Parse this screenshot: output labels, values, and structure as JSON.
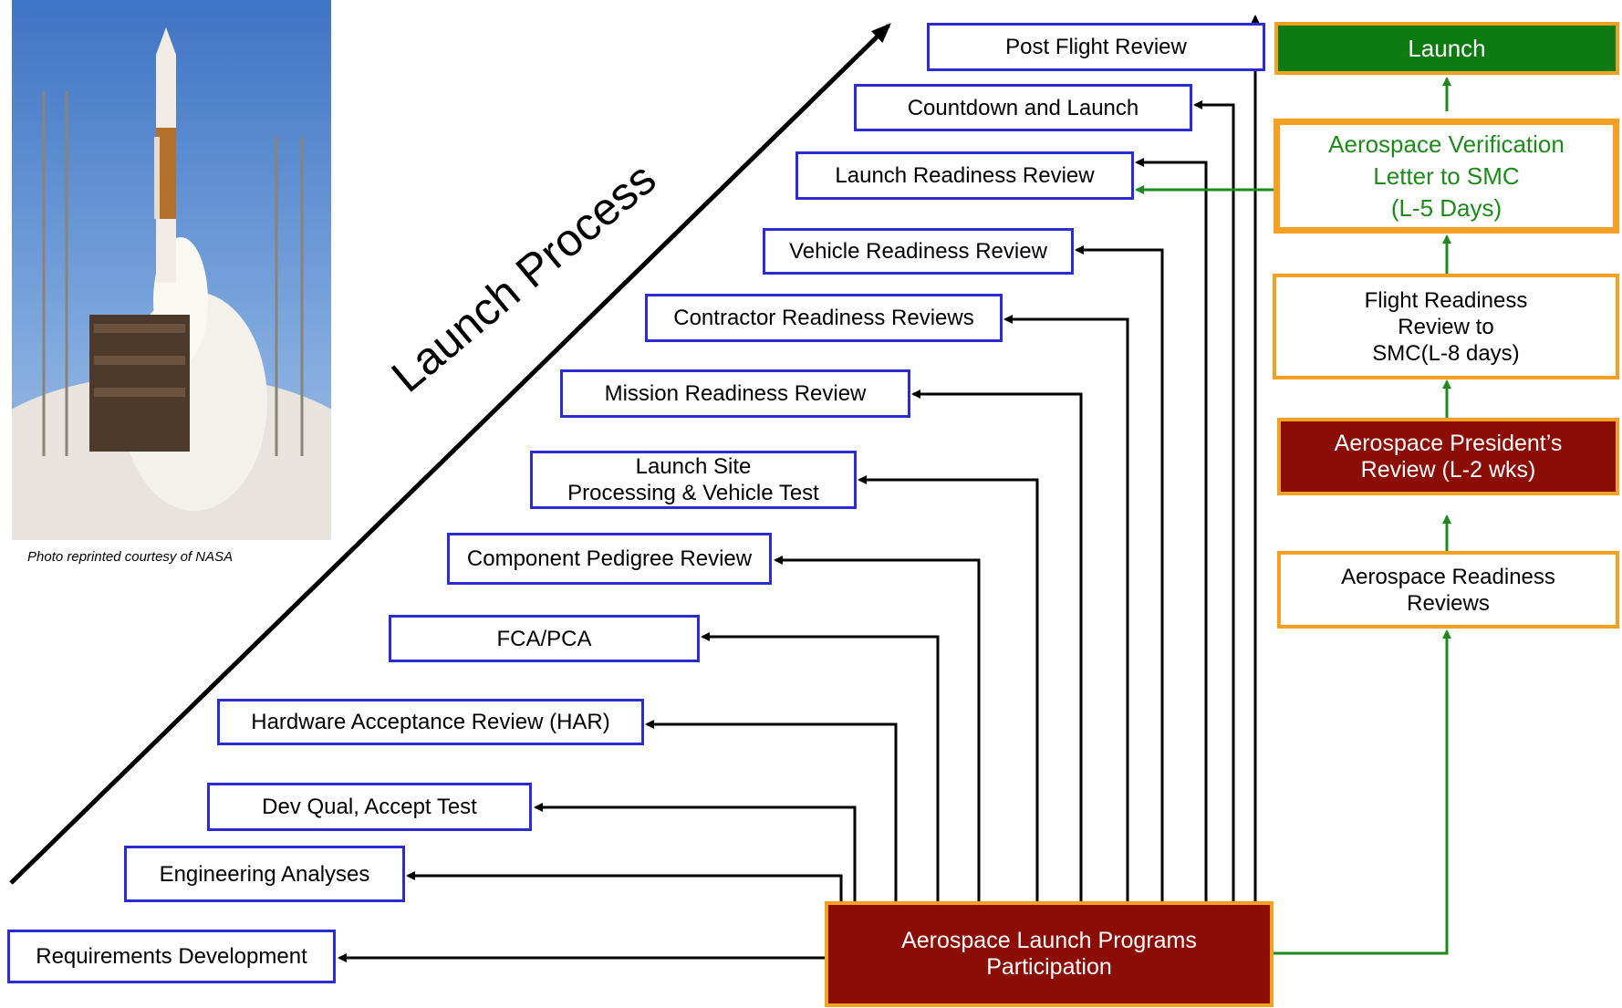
{
  "photo": {
    "caption": "Photo reprinted courtesy of NASA",
    "subject": "rocket-launch-photo"
  },
  "diagram": {
    "title": "Launch Process",
    "source": "Aerospace Launch Programs\nParticipation",
    "steps": [
      "Requirements Development",
      "Engineering Analyses",
      "Dev  Qual, Accept Test",
      "Hardware Acceptance Review (HAR)",
      "FCA/PCA",
      "Component Pedigree Review",
      "Launch Site\nProcessing & Vehicle Test",
      "Mission Readiness Review",
      "Contractor Readiness Reviews",
      "Vehicle Readiness Review",
      "Launch Readiness Review",
      "Countdown and Launch",
      "Post Flight Review"
    ],
    "aerospace_path": [
      "Aerospace Readiness\nReviews",
      "Aerospace President’s\nReview  (L-2 wks)",
      "Flight Readiness\nReview to\nSMC(L-8 days)",
      "Aerospace Verification\nLetter to SMC\n(L-5 Days)",
      "Launch"
    ],
    "colors": {
      "step_border": "#2b2ccf",
      "aerospace_border": "#f4a020",
      "launch_fill": "#0e7a12",
      "maroon_fill": "#8c0d06",
      "green_arrow": "#1d8a1b",
      "connector": "#000000"
    }
  }
}
